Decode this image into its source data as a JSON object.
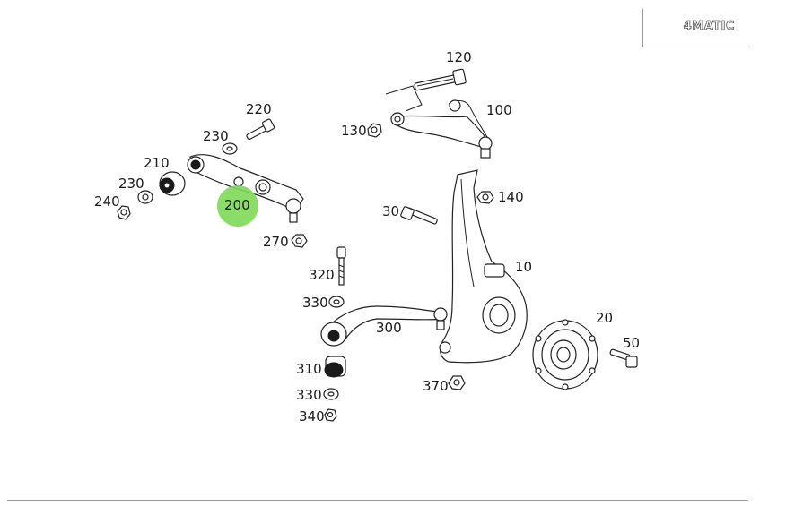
{
  "badge": {
    "text": "4MATIC"
  },
  "highlight": {
    "label": "200",
    "color": "#7ed957"
  },
  "callouts": {
    "c120": "120",
    "c100": "100",
    "c130": "130",
    "c220": "220",
    "c230a": "230",
    "c210": "210",
    "c230b": "230",
    "c240": "240",
    "c140": "140",
    "c30": "30",
    "c270": "270",
    "c320": "320",
    "c10": "10",
    "c330a": "330",
    "c300": "300",
    "c20": "20",
    "c50": "50",
    "c310": "310",
    "c370": "370",
    "c330b": "330",
    "c340": "340"
  }
}
